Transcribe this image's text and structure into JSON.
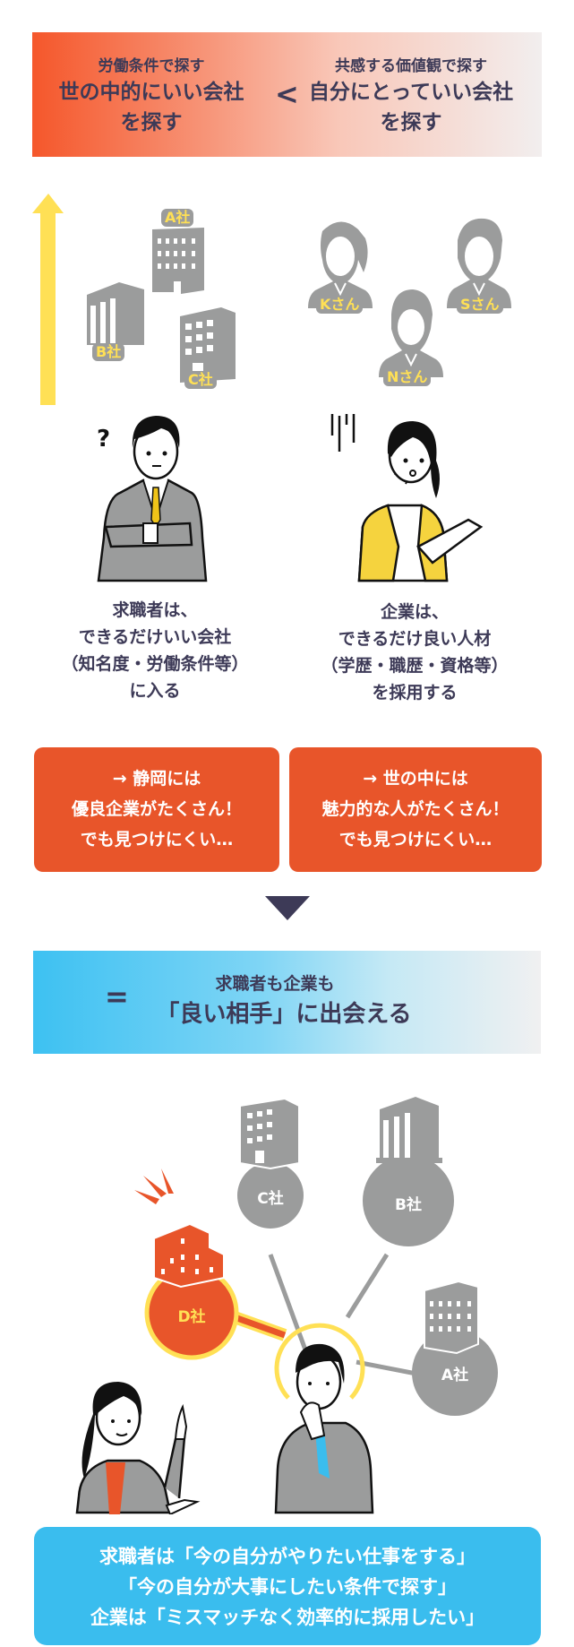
{
  "colors": {
    "orange": "#E8552A",
    "yellow": "#FFE055",
    "gray": "#9B9C9C",
    "navy": "#3D3A57",
    "blue": "#3ABDEE"
  },
  "top_banner": {
    "left": {
      "line1": "労働条件で探す",
      "line2": "世の中的にいい会社",
      "line3": "を探す"
    },
    "comparator": "<",
    "right": {
      "line1": "共感する価値観で探す",
      "line2": "自分にとっていい会社",
      "line3": "を探す"
    }
  },
  "companies_top": [
    {
      "label": "A社"
    },
    {
      "label": "B社"
    },
    {
      "label": "C社"
    }
  ],
  "people_top": [
    {
      "label": "Kさん"
    },
    {
      "label": "Sさん"
    },
    {
      "label": "Nさん"
    }
  ],
  "job_seeker_caption": {
    "line1": "求職者は、",
    "line2": "できるだけいい会社",
    "line3": "（知名度・労働条件等）",
    "line4": "に入る"
  },
  "company_caption": {
    "line1": "企業は、",
    "line2": "できるだけ良い人材",
    "line3": "（学歴・職歴・資格等）",
    "line4": "を採用する"
  },
  "orange_boxes": [
    {
      "line1": "→ 静岡には",
      "line2": "優良企業がたくさん！",
      "line3": "でも見つけにくい…"
    },
    {
      "line1": "→ 世の中には",
      "line2": "魅力的な人がたくさん！",
      "line3": "でも見つけにくい…"
    }
  ],
  "blue_banner": {
    "equals": "=",
    "line1": "求職者も企業も",
    "line2": "「良い相手」に出会える"
  },
  "network": {
    "nodes": [
      {
        "label": "C社"
      },
      {
        "label": "B社"
      },
      {
        "label": "D社"
      },
      {
        "label": "A社"
      }
    ]
  },
  "bottom_box": {
    "line1": "求職者は「今の自分がやりたい仕事をする」",
    "line2": "「今の自分が大事にしたい条件で探す」",
    "line3": "企業は「ミスマッチなく効率的に採用したい」"
  }
}
